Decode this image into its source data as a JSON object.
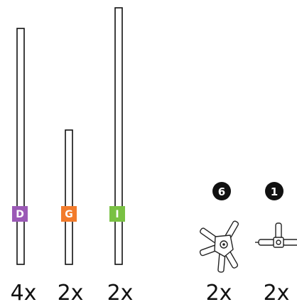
{
  "rods": [
    {
      "label": "D",
      "color": "#9b59b6",
      "quantity": "4x"
    },
    {
      "label": "G",
      "color": "#f27b2b",
      "quantity": "2x"
    },
    {
      "label": "I",
      "color": "#79c143",
      "quantity": "2x"
    }
  ],
  "connectors": [
    {
      "badge": "6",
      "icon": "multi-way-connector-icon",
      "quantity": "2x"
    },
    {
      "badge": "1",
      "icon": "three-way-connector-icon",
      "quantity": "2x"
    }
  ]
}
